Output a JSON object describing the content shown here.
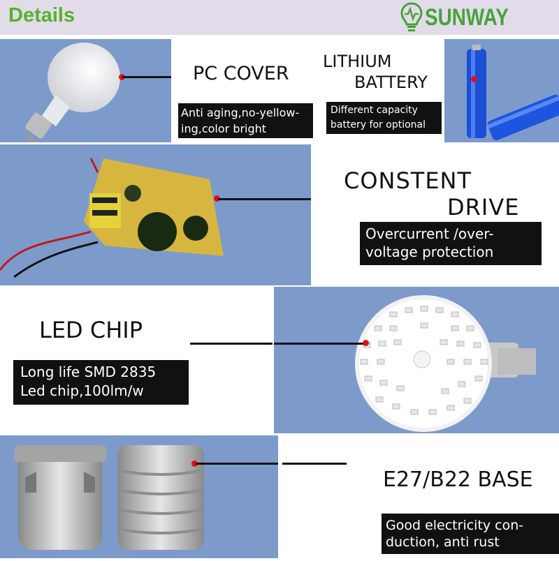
{
  "header": {
    "title": "Details",
    "brand": "SUNWAY"
  },
  "sections": {
    "pc_cover": {
      "title": "PC COVER",
      "desc": "Anti aging,no-yellow-ing,color bright"
    },
    "battery": {
      "title_line1": "LITHIUM",
      "title_line2": "BATTERY",
      "desc_line1": "Different capacity",
      "desc_line2": "battery for optional"
    },
    "drive": {
      "title_line1": "CONSTENT",
      "title_line2": "DRIVE",
      "desc_line1": "Overcurrent /over-",
      "desc_line2": "voltage protection"
    },
    "led_chip": {
      "title": "LED CHIP",
      "desc_line1": "Long life SMD 2835",
      "desc_line2": "Led chip,100lm/w"
    },
    "base": {
      "title": "E27/B22 BASE",
      "desc_line1": "Good electricity con-",
      "desc_line2": "duction, anti rust"
    }
  },
  "colors": {
    "brand_green": "#57b22c",
    "panel_blue": "#7c9bcb",
    "marker_red": "#e0101a"
  }
}
